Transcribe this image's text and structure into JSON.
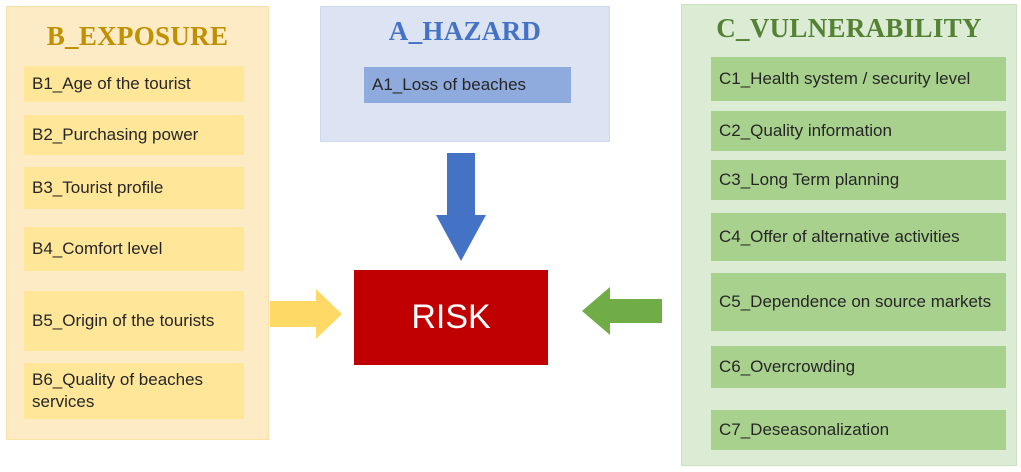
{
  "exposure": {
    "title": "B_EXPOSURE",
    "items": [
      "B1_Age of the tourist",
      "B2_Purchasing power",
      "B3_Tourist profile",
      "B4_Comfort level",
      "B5_Origin of the tourists",
      "B6_Quality of beaches services"
    ]
  },
  "hazard": {
    "title": "A_HAZARD",
    "items": [
      "A1_Loss of beaches"
    ]
  },
  "vulnerability": {
    "title": "C_VULNERABILITY",
    "items": [
      "C1_Health system / security level",
      "C2_Quality information",
      "C3_Long Term planning",
      "C4_Offer of alternative activities",
      "C5_Dependence on source markets",
      "C6_Overcrowding",
      "C7_Deseasonalization"
    ]
  },
  "risk": {
    "label": "RISK"
  },
  "colors": {
    "exposure_panel": "#fdebc5",
    "exposure_item": "#ffe699",
    "exposure_title": "#bf9000",
    "hazard_panel": "#dce4f3",
    "hazard_item": "#8faadc",
    "hazard_title": "#4472c4",
    "vulnerability_panel": "#dcebd3",
    "vulnerability_item": "#a9d18e",
    "vulnerability_title": "#548235",
    "risk_box": "#c00000",
    "arrow_hazard": "#4472c4",
    "arrow_exposure": "#ffd966",
    "arrow_vulnerability": "#70ad47"
  }
}
